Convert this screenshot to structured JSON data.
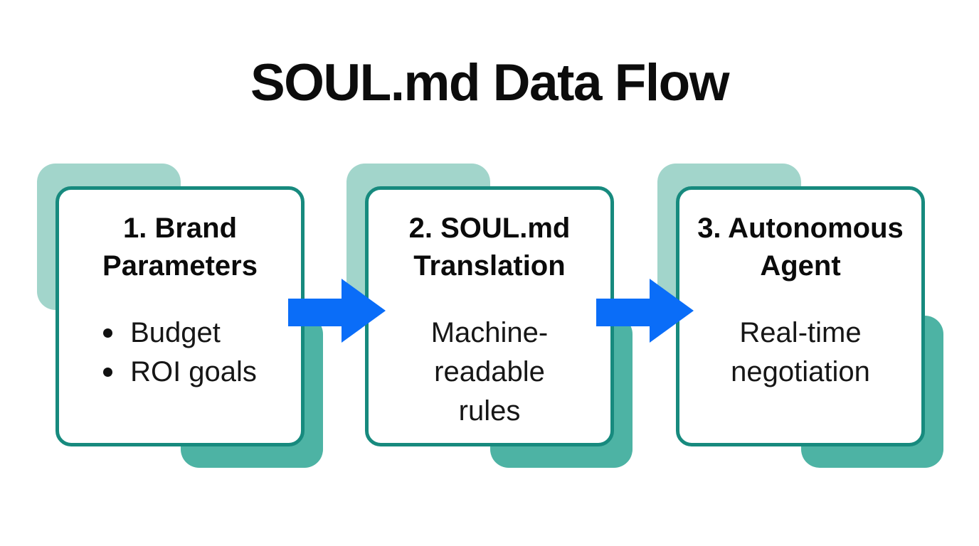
{
  "title": "SOUL.md Data Flow",
  "colors": {
    "background": "#ffffff",
    "card_border_teal": "#178a7e",
    "shadow_light_teal": "#a2d5cb",
    "shadow_medium_teal": "#4db3a4",
    "arrow_blue": "#0a6df8",
    "text_black": "#0c0c0c"
  },
  "steps": [
    {
      "heading": "1. Brand Parameters",
      "bullets": [
        "Budget",
        "ROI goals"
      ]
    },
    {
      "heading": "2. SOUL.md Translation",
      "body": "Machine-readable rules"
    },
    {
      "heading": "3. Autonomous Agent",
      "body": "Real-time negotiation"
    }
  ]
}
